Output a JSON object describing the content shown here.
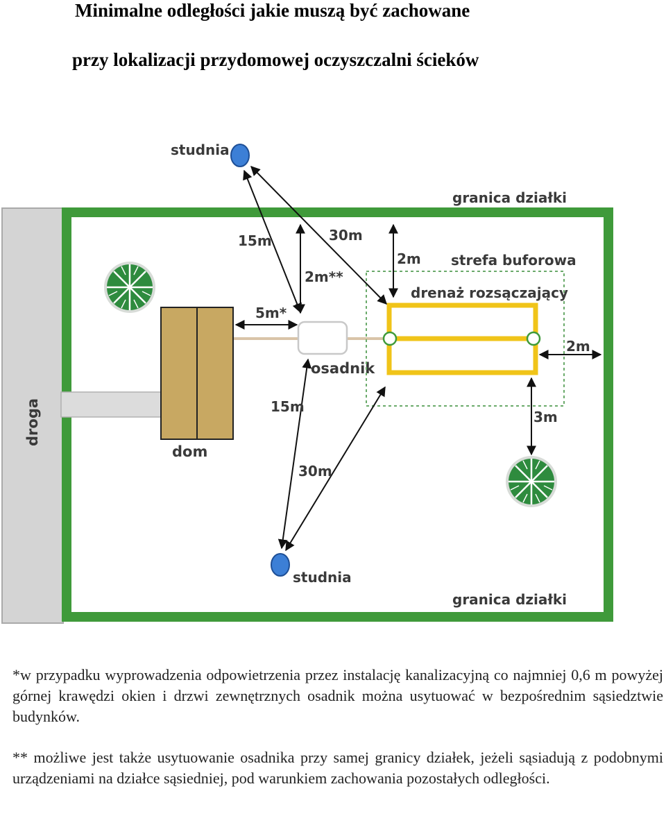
{
  "title": {
    "line1": "Minimalne odległości jakie muszą być zachowane",
    "line2": "przy lokalizacji przydomowej oczyszczalni ścieków"
  },
  "diagram": {
    "labels": {
      "road": "droga",
      "house": "dom",
      "settler": "osadnik",
      "well_top": "studnia",
      "well_bottom": "studnia",
      "boundary_top": "granica działki",
      "boundary_bottom": "granica działki",
      "buffer_zone": "strefa buforowa",
      "drainage": "drenaż rozsączający"
    },
    "distances": {
      "well_to_settler_top": "15m",
      "well_to_drainage_top": "30m",
      "settler_to_boundary": "2m**",
      "drainage_to_boundary_top": "2m",
      "house_to_settler": "5m*",
      "drainage_to_boundary_right": "2m",
      "drainage_to_tree": "3m",
      "well_to_settler_bottom": "15m",
      "well_to_drainage_bottom": "30m"
    },
    "colors": {
      "boundary": "#3f9a3a",
      "road": "#d4d4d4",
      "house": "#c8a862",
      "drainage": "#f0c419",
      "well": "#3c7fd6",
      "tree": "#2e8b3e"
    }
  },
  "notes": {
    "note1": "*w przypadku wyprowadzenia odpowietrzenia przez instalację kanalizacyjną co najmniej 0,6 m powyżej górnej krawędzi okien  i drzwi zewnętrznych osadnik można usytuować w bezpośrednim sąsiedztwie budynków.",
    "note2": "** możliwe jest także usytuowanie osadnika przy samej granicy działek, jeżeli sąsiadują z podobnymi urządzeniami na działce sąsiedniej, pod warunkiem zachowania pozostałych odległości."
  }
}
